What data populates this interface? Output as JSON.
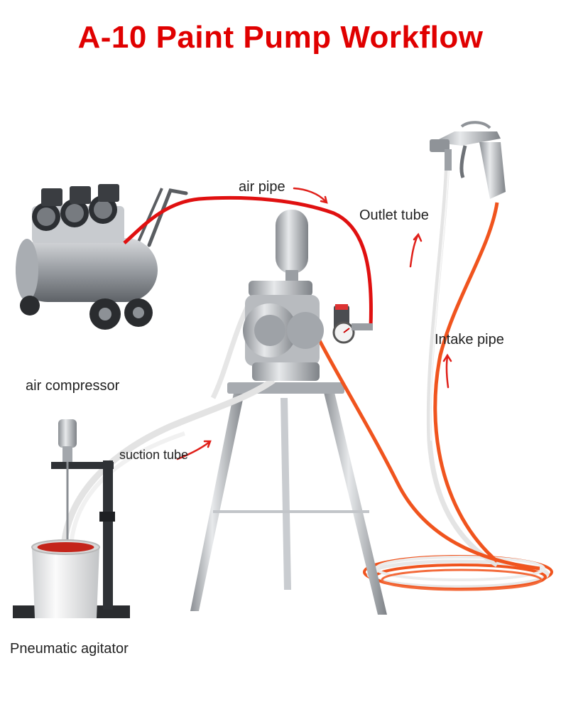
{
  "title": "A-10 Paint Pump Workflow",
  "labels": {
    "air_pipe": "air pipe",
    "outlet_tube": "Outlet tube",
    "intake_pipe": "Intake pipe",
    "air_compressor": "air compressor",
    "suction_tube": "suction tube",
    "pneumatic_agitator": "Pneumatic agitator"
  },
  "colors": {
    "title": "#e00000",
    "air_pipe": "#e01010",
    "hose_orange": "#f0541e",
    "hose_clear": "#e6e6e6",
    "arrow": "#e0201a",
    "metal": "#b9bcc0",
    "metal_dark": "#7d8186"
  },
  "icons": {
    "compressor": "air-compressor-icon",
    "pump": "diaphragm-pump-icon",
    "spray_gun": "spray-gun-icon",
    "agitator": "pneumatic-agitator-icon"
  }
}
